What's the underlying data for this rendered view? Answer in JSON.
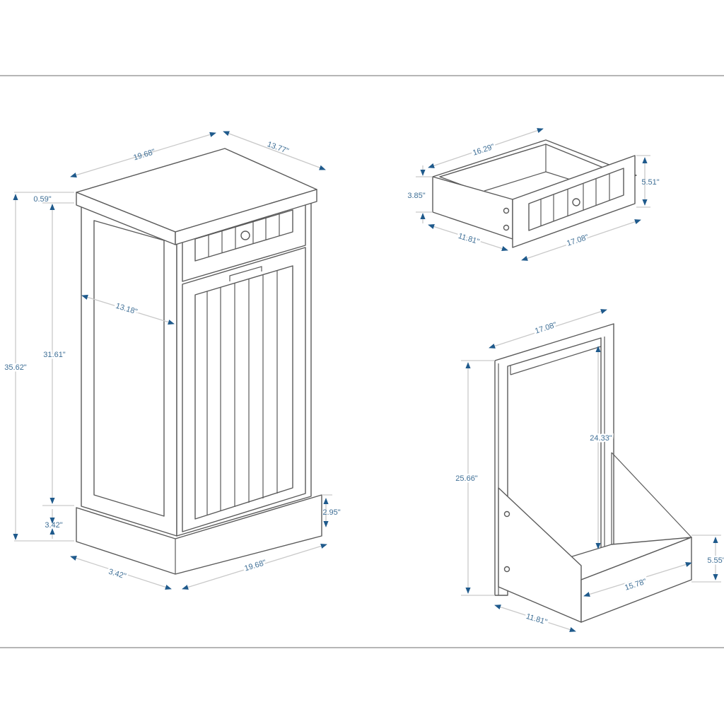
{
  "colors": {
    "line": "#5a5a5a",
    "dimension": "#3f6f96",
    "arrow": "#1f5a8c"
  },
  "cabinet": {
    "width_top": "19.68\"",
    "depth_top": "13.77\"",
    "top_thickness": "0.59\"",
    "total_height": "35.62\"",
    "body_height": "31.61\"",
    "inner_depth": "13.18\"",
    "base_height_left": "3.42\"",
    "base_height_right": "2.95\"",
    "base_depth": "3.42\"",
    "base_width": "19.68\""
  },
  "drawer": {
    "back_width": "16.29\"",
    "side_height": "3.85\"",
    "front_height": "5.51\"",
    "depth": "11.81\"",
    "front_width": "17.08\""
  },
  "tilt_frame": {
    "top_width": "17.08\"",
    "inner_height": "24.33\"",
    "total_height": "25.66\"",
    "bin_height": "5.55\"",
    "bin_width": "15.78\"",
    "bin_depth": "11.81\""
  }
}
